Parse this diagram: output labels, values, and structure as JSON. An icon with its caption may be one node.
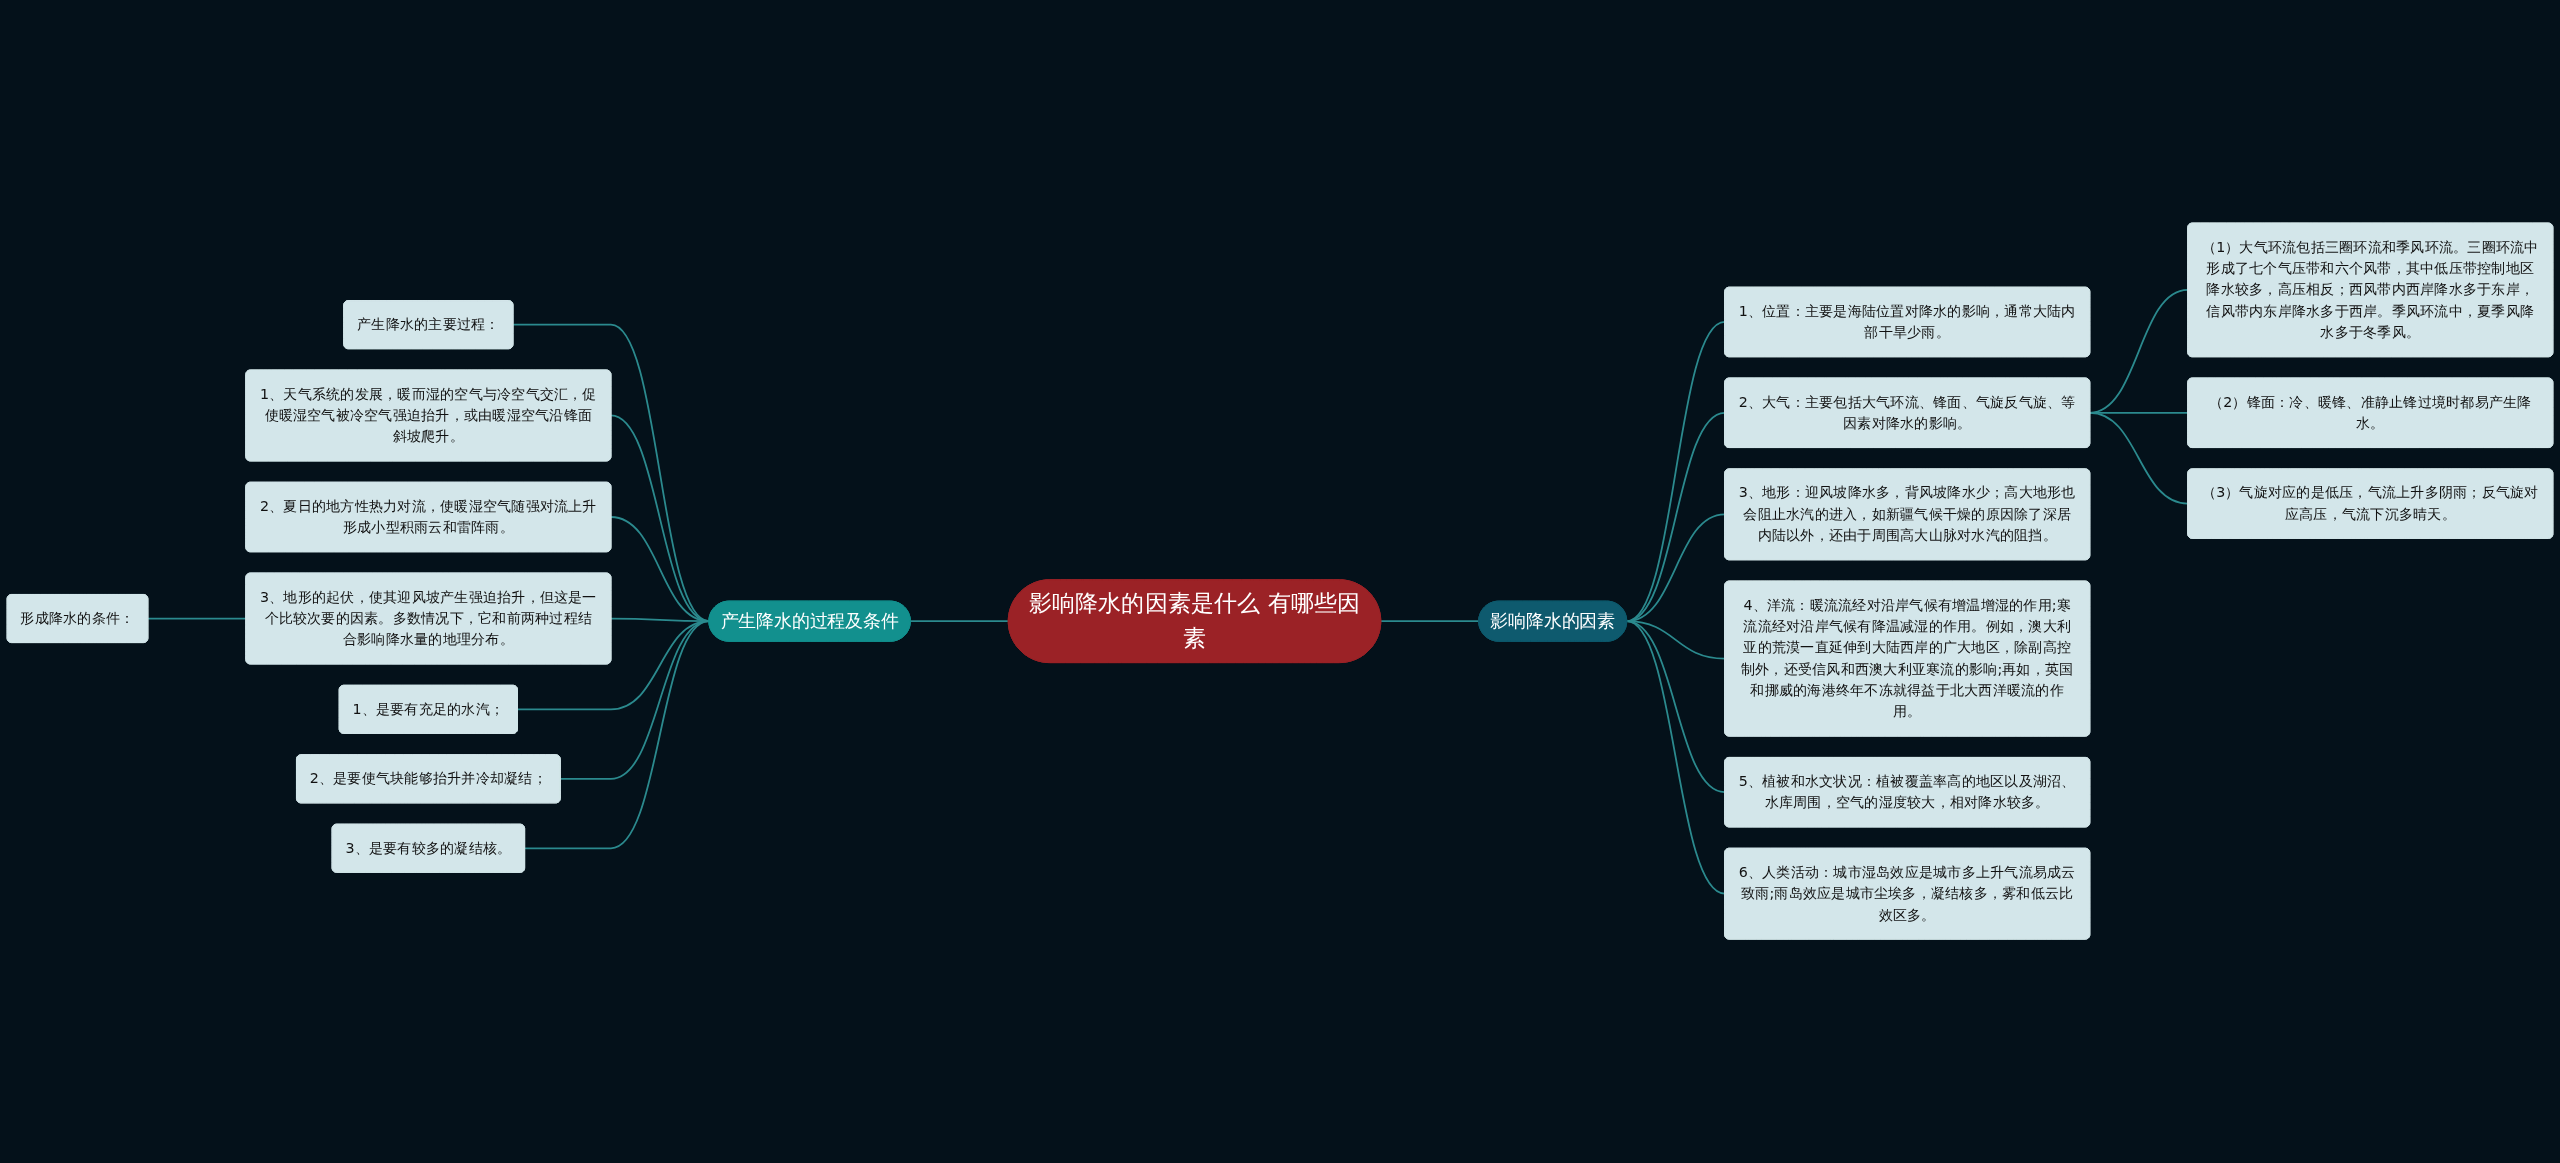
{
  "diagram": {
    "nodes": [
      {
        "text": [
          "影响降水的因素是什么 有哪些因素"
        ]
      },
      {
        "text": [
          "产生降水的过程及条件"
        ]
      },
      {
        "text": [
          "产生降水的主要过程："
        ]
      },
      {
        "text": [
          "1、天气系统的发展，暖而湿的空气与冷空气交汇，促使暖湿空气被冷空气强迫抬升，或由暖湿空气沿锋面斜坡爬升。"
        ]
      },
      {
        "text": [
          "2、夏日的地方性热力对流，使暖湿空气随强对流上升形成小型积雨云和雷阵雨。"
        ]
      },
      {
        "text": [
          "3、地形的起伏，使其迎风坡产生强迫抬升，但这是一个比较次要的因素。多数情况下，它和前两种过程结合影响降水量的地理分布。"
        ]
      },
      {
        "text": [
          "形成降水的条件："
        ]
      },
      {
        "text": [
          "1、是要有充足的水汽；"
        ]
      },
      {
        "text": [
          "2、是要使气块能够抬升并冷却凝结；"
        ]
      },
      {
        "text": [
          "3、是要有较多的凝结核。"
        ]
      },
      {
        "text": [
          "影响降水的因素"
        ]
      },
      {
        "text": [
          "1、位置：主要是海陆位置对降水的影响，通常大陆内部干旱少雨。"
        ]
      },
      {
        "text": [
          "2、大气：主要包括大气环流、锋面、气旋反气旋、等因素对降水的影响。"
        ]
      },
      {
        "text": [
          "（1）大气环流包括三圈环流和季风环流。三圈环流中形成了七个气压带和六个风带，其中低压带控制地区降水较多，高压相反；西风带内西岸降水多于东岸，信风带内东岸降水多于西岸。季风环流中，夏季风降水多于冬季风。"
        ]
      },
      {
        "text": [
          "（2）锋面：冷、暖锋、准静止锋过境时都易产生降水。"
        ]
      },
      {
        "text": [
          "（3）气旋对应的是低压，气流上升多阴雨；反气旋对应高压，气流下沉多晴天。"
        ]
      },
      {
        "text": [
          "3、地形：迎风坡降水多，背风坡降水少；高大地形也会阻止水汽的进入，如新疆气候干燥的原因除了深居内陆以外，还由于周围高大山脉对水汽的阻挡。"
        ]
      },
      {
        "text": [
          "4、洋流：暖流流经对沿岸气候有增温增湿的作用;寒流流经对沿岸气候有降温减湿的作用。例如，澳大利亚的荒漠一直延伸到大陆西岸的广大地区，除副高控制外，还受信风和西澳大利亚寒流的影响;再如，英国和挪威的海港终年不冻就得益于北大西洋暖流的作用。"
        ]
      },
      {
        "text": [
          "5、植被和水文状况：植被覆盖率高的地区以及湖沼、水库周围，空气的湿度较大，相对降水较多。"
        ]
      },
      {
        "text": [
          "6、人类活动：城市湿岛效应是城市多上升气流易成云致雨;雨岛效应是城市尘埃多，凝结核多，雾和低云比效区多。"
        ]
      }
    ],
    "edges": [
      {
        "from": 0,
        "to": 1,
        "arrow": "none"
      },
      {
        "from": 1,
        "to": 2,
        "arrow": "none"
      },
      {
        "from": 1,
        "to": 3,
        "arrow": "none"
      },
      {
        "from": 1,
        "to": 4,
        "arrow": "none"
      },
      {
        "from": 1,
        "to": 5,
        "arrow": "none"
      },
      {
        "from": 5,
        "to": 6,
        "arrow": "none"
      },
      {
        "from": 1,
        "to": 7,
        "arrow": "none"
      },
      {
        "from": 1,
        "to": 8,
        "arrow": "none"
      },
      {
        "from": 1,
        "to": 9,
        "arrow": "none"
      },
      {
        "from": 0,
        "to": 10,
        "arrow": "none"
      },
      {
        "from": 10,
        "to": 11,
        "arrow": "none"
      },
      {
        "from": 10,
        "to": 12,
        "arrow": "none"
      },
      {
        "from": 12,
        "to": 13,
        "arrow": "none"
      },
      {
        "from": 12,
        "to": 14,
        "arrow": "none"
      },
      {
        "from": 12,
        "to": 15,
        "arrow": "none"
      },
      {
        "from": 10,
        "to": 16,
        "arrow": "none"
      },
      {
        "from": 10,
        "to": 17,
        "arrow": "none"
      },
      {
        "from": 10,
        "to": 18,
        "arrow": "none"
      },
      {
        "from": 10,
        "to": 19,
        "arrow": "none"
      }
    ]
  }
}
